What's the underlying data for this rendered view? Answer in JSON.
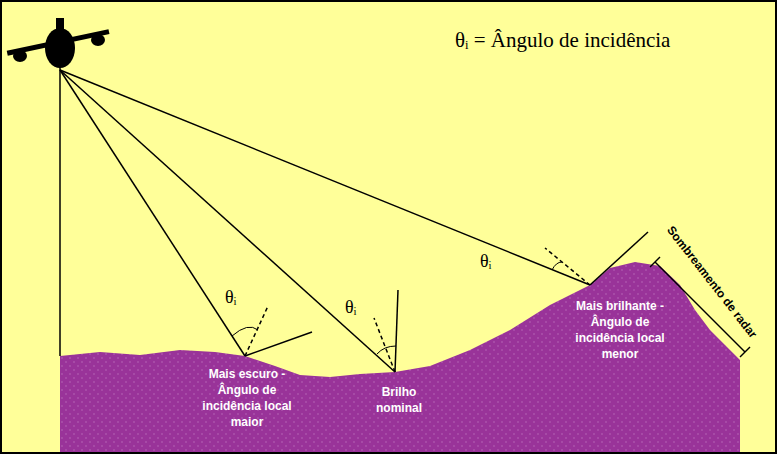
{
  "diagram": {
    "labels": [
      "θᵢ = Ângulo de incidência",
      "θᵢ",
      "θᵢ",
      "θᵢ",
      "Sombreamento de radar",
      "Mais escuro - Ângulo de incidência local maior",
      "Brilho nominal",
      "Mais brilhante - Ângulo de incidência local menor"
    ]
  }
}
